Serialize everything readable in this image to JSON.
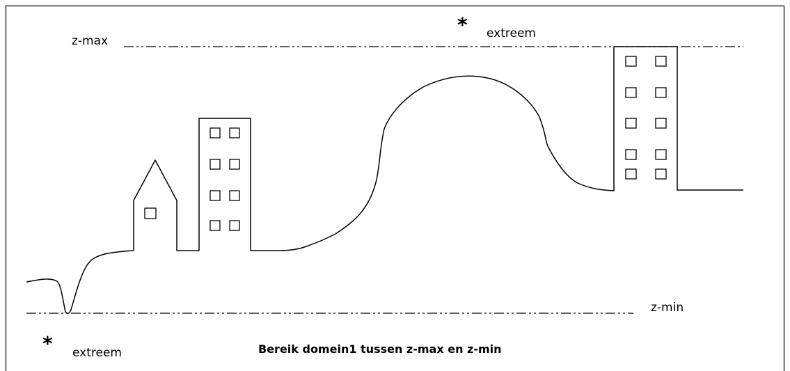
{
  "labels": {
    "z_max": "z-max",
    "z_min": "z-min",
    "extreme_top": "extreem",
    "extreme_bottom": "extreem",
    "star_top": "*",
    "star_bottom": "*"
  },
  "caption": "Bereik domein1 tussen z-max en z-min",
  "colors": {
    "stroke": "#000000",
    "background": "#ffffff"
  }
}
